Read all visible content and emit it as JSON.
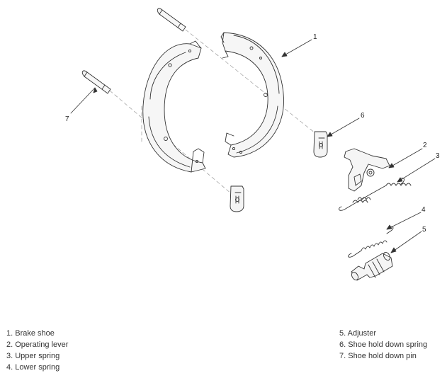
{
  "callouts": [
    "1",
    "2",
    "3",
    "4",
    "5",
    "6",
    "7"
  ],
  "legend": {
    "left": [
      "1. Brake shoe",
      "2. Operating lever",
      "3. Upper spring",
      "4. Lower spring"
    ],
    "right": [
      "5. Adjuster",
      "6. Shoe hold down spring",
      "7. Shoe hold down pin"
    ]
  },
  "colors": {
    "line": "#333333",
    "shade": "#f2f2f2",
    "text": "#333333"
  }
}
